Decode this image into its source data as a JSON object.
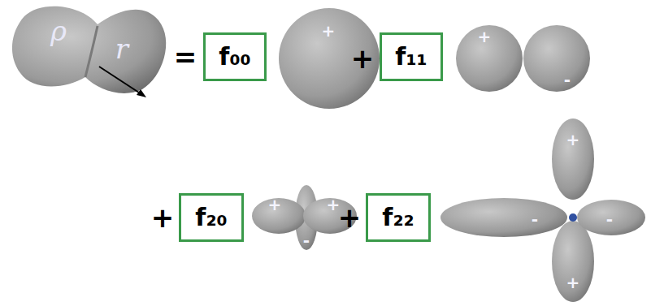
{
  "diagram": {
    "nodes": [
      {
        "text": [
          "f₀₀"
        ]
      },
      {
        "text": [
          "f₁₁"
        ]
      },
      {
        "text": [
          "f₂₀"
        ]
      },
      {
        "text": [
          "f₂₂"
        ]
      }
    ],
    "labels": [
      "ρ",
      "r",
      "=",
      "+",
      "+",
      "+",
      "-",
      "+",
      "+",
      "+",
      "-",
      "+",
      "+",
      "-",
      "-",
      "+"
    ]
  }
}
